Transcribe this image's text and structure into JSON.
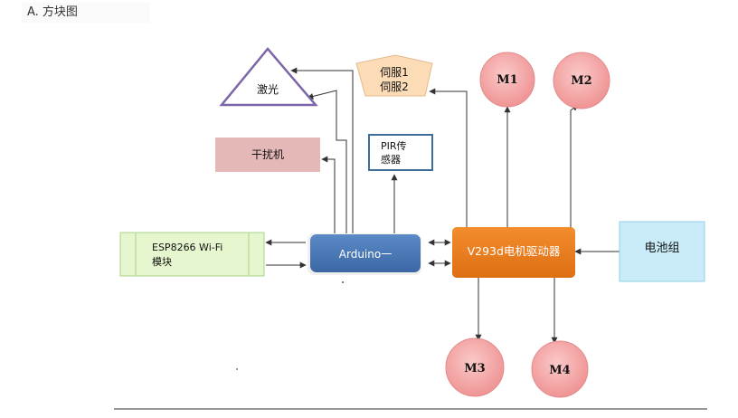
{
  "header": {
    "title": "A. 方块图"
  },
  "diagram": {
    "laser": "激光",
    "servo_line1": "伺服1",
    "servo_line2": "伺服2",
    "jammer": "干扰机",
    "pir_line1": "PIR传",
    "pir_line2": "感器",
    "wifi_line1": "ESP8266 Wi-Fi",
    "wifi_line2": "模块",
    "arduino": "Arduino一",
    "driver": "V293d电机驱动器",
    "battery": "电池组",
    "m1": "M1",
    "m2": "M2",
    "m3": "M3",
    "m4": "M4"
  },
  "colors": {
    "arduino": "#4a7ab8",
    "driver": "#e97e21",
    "motor": "#f4a6a6",
    "battery": "#c9ecf8",
    "wifi": "#e6f6cf",
    "jammer": "#e4b8b6",
    "servo": "#fbdcb7",
    "laser_stroke": "#7b64a8",
    "pir_stroke": "#3d6f9a"
  }
}
